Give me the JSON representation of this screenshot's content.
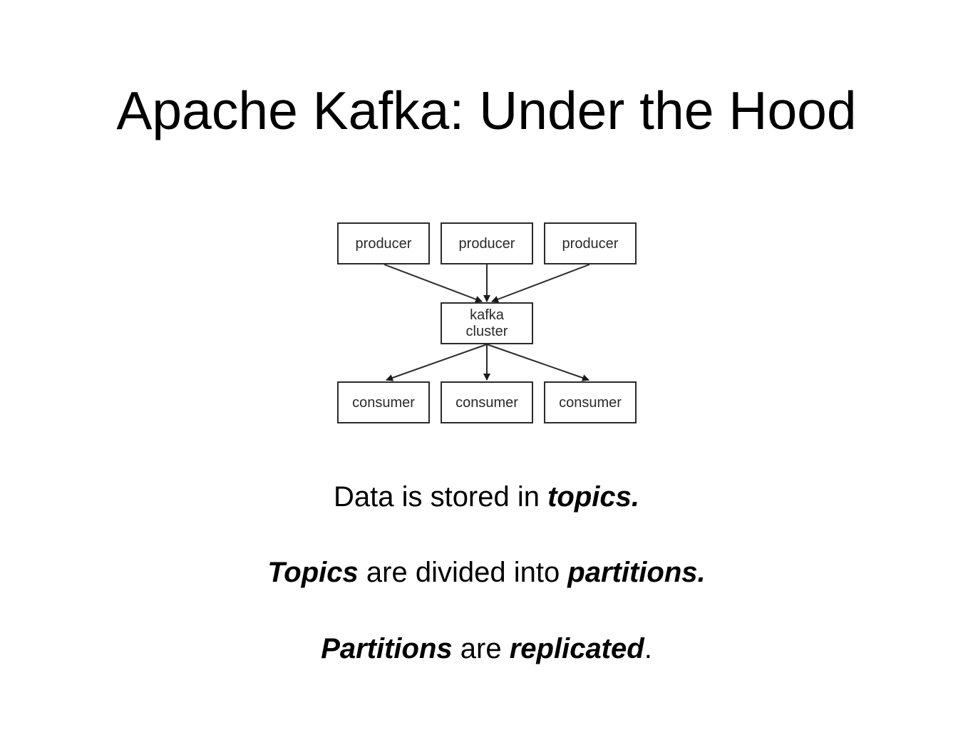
{
  "title": "Apache Kafka: Under the Hood",
  "diagram": {
    "producers": [
      "producer",
      "producer",
      "producer"
    ],
    "cluster": [
      "kafka",
      "cluster"
    ],
    "consumers": [
      "consumer",
      "consumer",
      "consumer"
    ]
  },
  "statements": [
    [
      {
        "text": "Data is stored in ",
        "emphasis": false
      },
      {
        "text": "topics.",
        "emphasis": true
      }
    ],
    [
      {
        "text": "Topics",
        "emphasis": true
      },
      {
        "text": " are divided into ",
        "emphasis": false
      },
      {
        "text": "partitions.",
        "emphasis": true
      }
    ],
    [
      {
        "text": "Partitions",
        "emphasis": true
      },
      {
        "text": " are ",
        "emphasis": false
      },
      {
        "text": "replicated",
        "emphasis": true
      },
      {
        "text": ".",
        "emphasis": false
      }
    ]
  ]
}
